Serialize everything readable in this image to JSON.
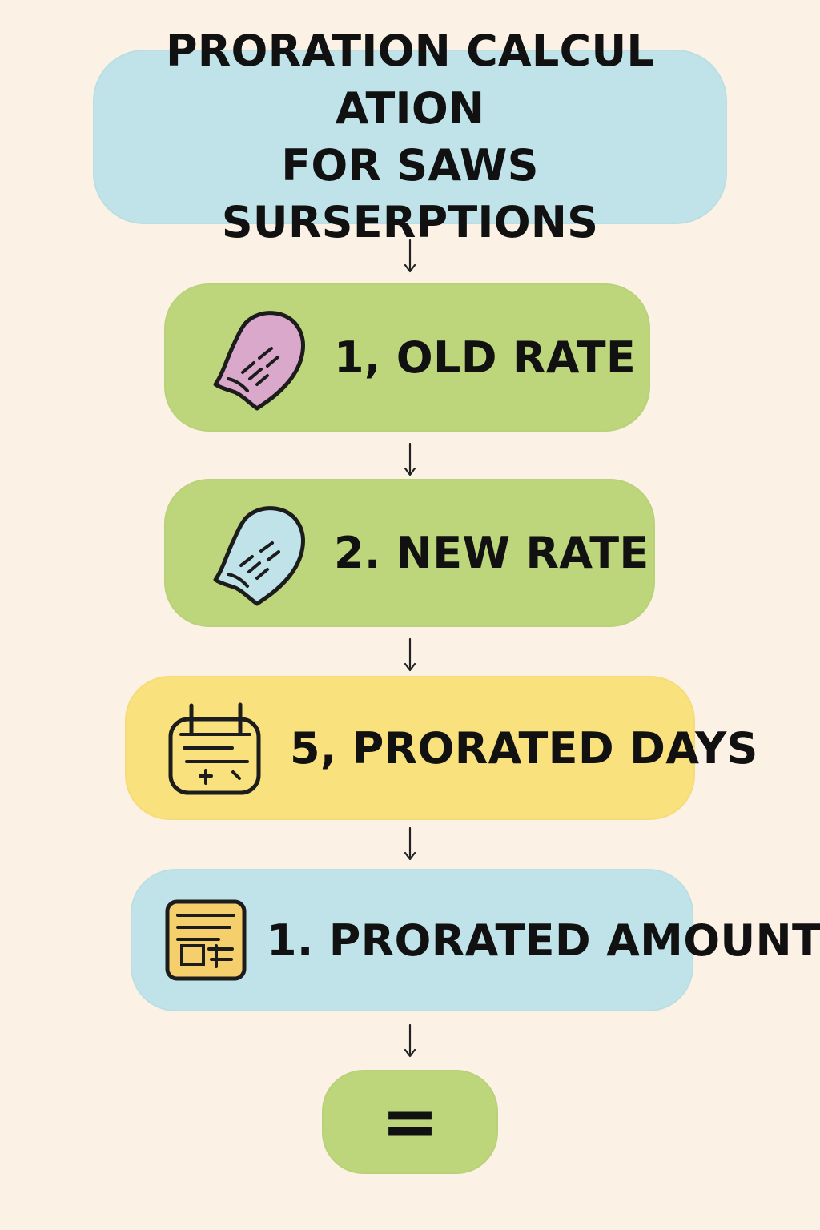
{
  "diagram": {
    "title": "PRORATION CALCUL ATION\nFOR SAWS SURSERPTIONS",
    "steps": [
      {
        "label": "1, OLD RATE",
        "icon": "tag-icon",
        "color": "#bdd67c",
        "icon_color": "#d9a8ca"
      },
      {
        "label": "2. NEW RATE",
        "icon": "tag-icon",
        "color": "#bdd67c",
        "icon_color": "#bfe3e8"
      },
      {
        "label": "5, PRORATED DAYS",
        "icon": "calendar-icon",
        "color": "#f9e17d",
        "icon_color": "#f9e17d"
      },
      {
        "label": "1. PRORATED AMOUNT",
        "icon": "document-icon",
        "color": "#bfe3e8",
        "icon_color": "#f5cf6c"
      }
    ],
    "result": "="
  },
  "colors": {
    "background": "#fcf1e5",
    "title_box": "#bfe3e8",
    "green_box": "#bdd67c",
    "yellow_box": "#f9e17d",
    "blue_box": "#bfe3e8",
    "text": "#111111"
  }
}
